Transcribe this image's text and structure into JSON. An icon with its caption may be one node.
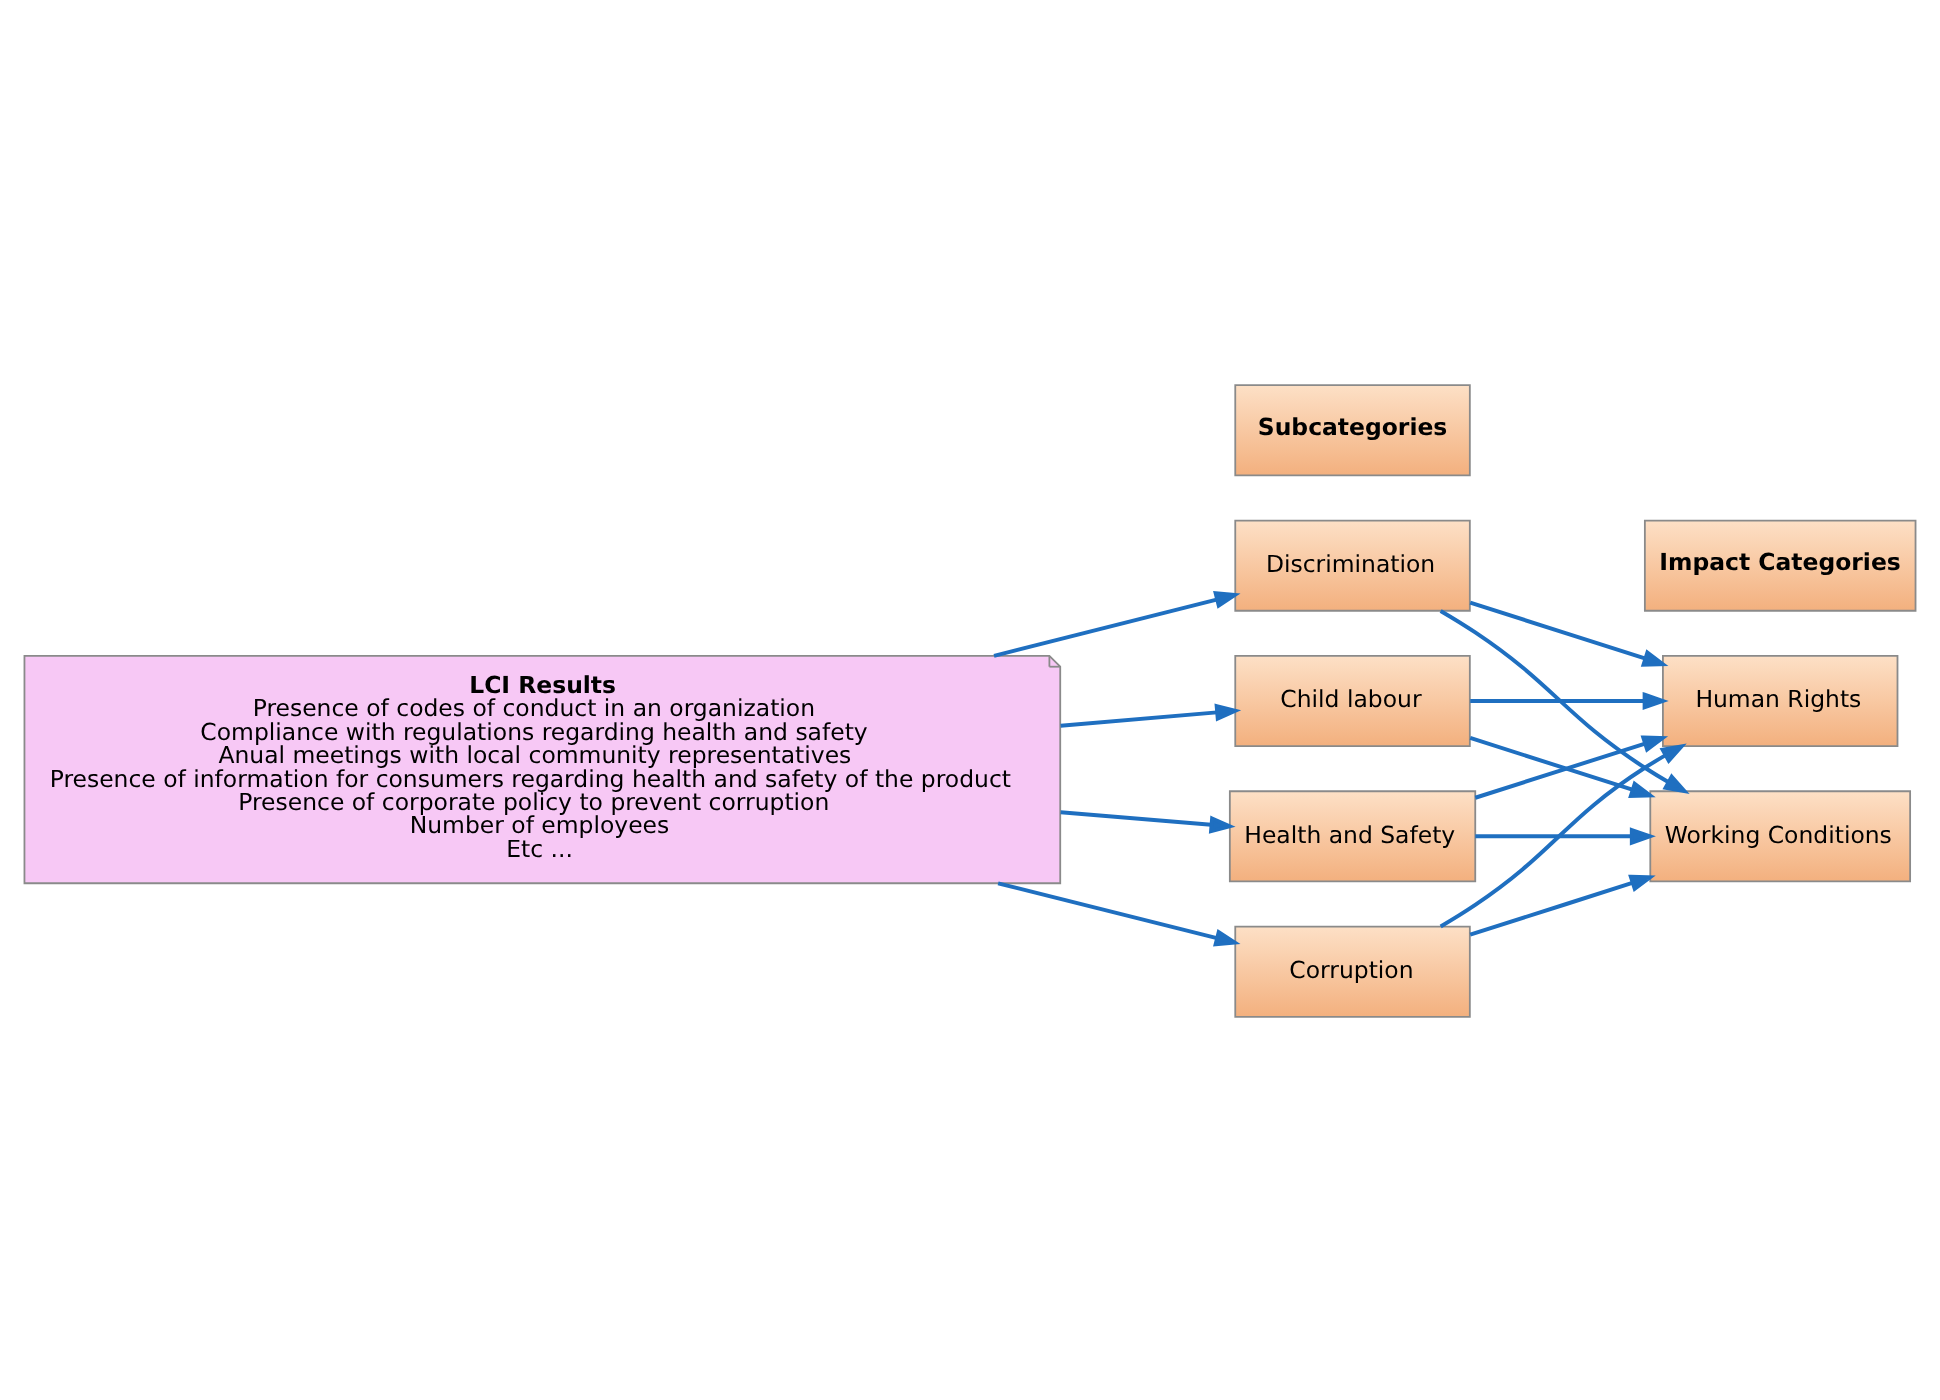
{
  "diagram": {
    "nodes": [
      {
        "text": [
          "LCI Results",
          "Presence of codes of conduct in an organization",
          "Compliance with regulations regarding health and safety",
          "Anual meetings with local community representatives",
          "Presence of information for consumers regarding health and safety of the product",
          "Presence of corporate policy to prevent corruption",
          "Number of employees",
          "Etc ..."
        ]
      },
      {
        "text": [
          "Subcategories"
        ]
      },
      {
        "text": [
          "Impact Categories"
        ]
      },
      {
        "text": [
          "Health and Safety"
        ]
      },
      {
        "text": [
          "Corruption"
        ]
      },
      {
        "text": [
          "Discrimination"
        ]
      },
      {
        "text": [
          "Child labour"
        ]
      },
      {
        "text": [
          "Human Rights"
        ]
      },
      {
        "text": [
          "Working Conditions"
        ]
      }
    ],
    "edges": [
      {
        "from": 0,
        "to": 3,
        "arrow": "to"
      },
      {
        "from": 0,
        "to": 4,
        "arrow": "to"
      },
      {
        "from": 0,
        "to": 5,
        "arrow": "to"
      },
      {
        "from": 0,
        "to": 6,
        "arrow": "to"
      },
      {
        "from": 3,
        "to": 7,
        "arrow": "to"
      },
      {
        "from": 3,
        "to": 8,
        "arrow": "to"
      },
      {
        "from": 4,
        "to": 7,
        "arrow": "to"
      },
      {
        "from": 4,
        "to": 8,
        "arrow": "to"
      },
      {
        "from": 5,
        "to": 7,
        "arrow": "to"
      },
      {
        "from": 5,
        "to": 8,
        "arrow": "to"
      },
      {
        "from": 6,
        "to": 7,
        "arrow": "to"
      },
      {
        "from": 6,
        "to": 8,
        "arrow": "to"
      }
    ]
  }
}
